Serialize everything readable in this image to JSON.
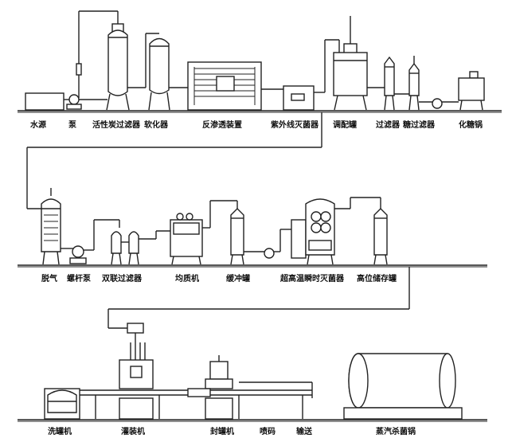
{
  "row1": {
    "water_source": "水源",
    "pump": "泵",
    "activated_carbon_filter": "活性炭过滤器",
    "softener": "软化器",
    "reverse_osmosis": "反渗透装置",
    "uv_sterilizer": "紫外线灭菌器",
    "blending_tank": "调配罐",
    "filter": "过滤器",
    "sugar_filter": "糖过滤器",
    "sugar_dissolving_pot": "化糖锅"
  },
  "row2": {
    "degassing": "脱气",
    "screw_pump": "螺杆泵",
    "duplex_filter": "双联过滤器",
    "homogenizer": "均质机",
    "buffer_tank": "缓冲罐",
    "uht_sterilizer": "超高温瞬时灭菌器",
    "high_storage_tank": "高位储存罐"
  },
  "row3": {
    "can_washer": "洗罐机",
    "filler": "灌装机",
    "seamer": "封罐机",
    "inkjet_coding": "喷码",
    "conveying": "输送",
    "steam_sterilization_pot": "蒸汽杀菌锅"
  }
}
